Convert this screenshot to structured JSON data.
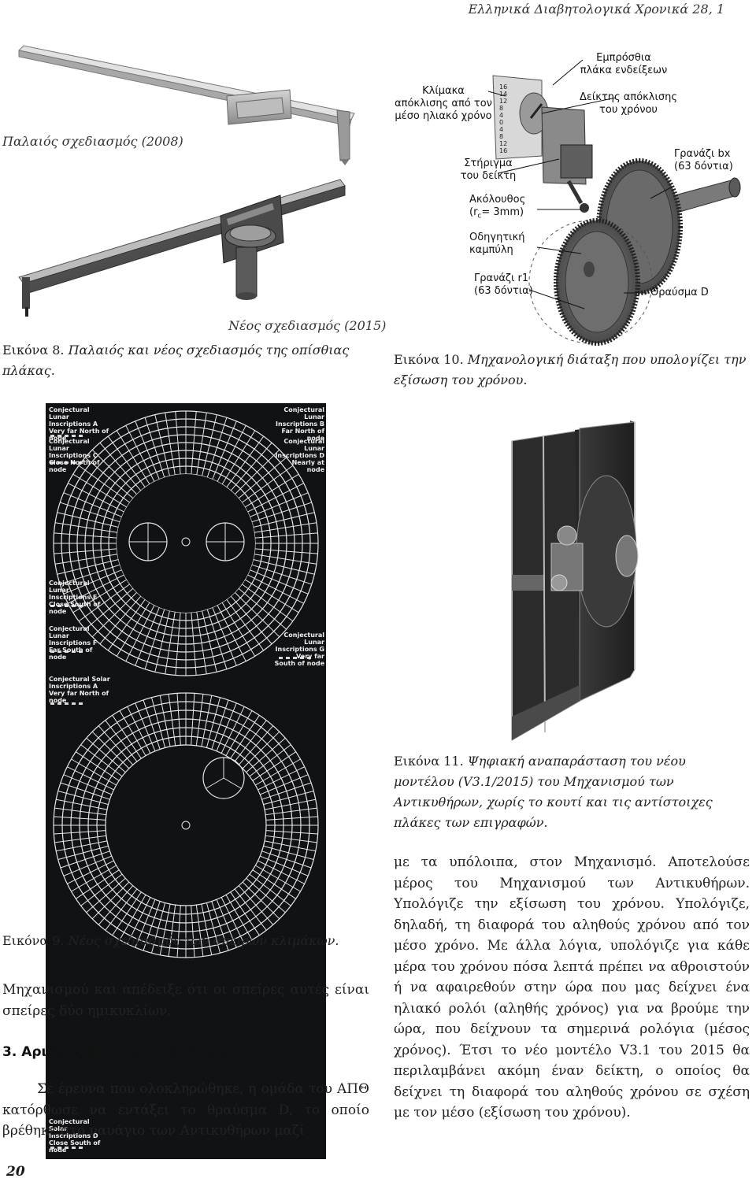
{
  "header": {
    "journal": "Ελληνικά Διαβητολογικά Χρονικά 28, 1"
  },
  "figure8": {
    "old_label": "Παλαιός σχεδιασμός (2008)",
    "new_label": "Νέος σχεδιασμός (2015)",
    "caption_title": "Εικόνα 8.",
    "caption_text": "Παλαιός και νέος σχεδιασμός της οπίσθιας πλάκας."
  },
  "figure10": {
    "labels": {
      "front_dial": "Εμπρόσθια πλάκα ενδείξεων",
      "scale": "Κλίμακα απόκλισης από τον μέσο ηλιακό χρόνο",
      "pointer": "Δείκτης απόκλισης του χρόνου",
      "support": "Στήριγμα του δείκτη",
      "gear_bx": "Γρανάζι bx",
      "gear_bx_teeth": "(63 δόντια)",
      "follower": "Ακόλουθος",
      "follower_r": "(r",
      "follower_sub": "c",
      "follower_val": "= 3mm)",
      "guide": "Οδηγητική καμπύλη",
      "gear_r1": "Γρανάζι r1",
      "gear_r1_teeth": "(63 δόντια)",
      "fragment": "Θραύσμα D"
    },
    "scale_marks": [
      "16",
      "14",
      "12",
      "8",
      "4",
      "0",
      "4",
      "8",
      "12",
      "16"
    ],
    "caption_title": "Εικόνα 10.",
    "caption_text": "Μηχανολογική διάταξη που υπολογίζει την εξίσωση του χρόνου."
  },
  "figure9": {
    "labels": {
      "a": "Conjectural Lunar Inscriptions A Very far North of node",
      "b": "Conjectural Lunar Inscriptions B Far North of node",
      "c": "Conjectural Lunar Inscriptions C Close North of node",
      "d_top": "Conjectural Lunar Inscriptions D Nearly at node",
      "e": "Conjectural Lunar Inscriptions E Close South of node",
      "f": "Conjectural Lunar Inscriptions F Far South of node",
      "g": "Conjectural Lunar Inscriptions G Very far South of node",
      "solar_a": "Conjectural Solar Inscriptions A Very far North of node",
      "solar_d": "Conjectural Solar Inscriptions D Close South of node"
    },
    "caption_title": "Εικόνα 9.",
    "caption_text": "Νέος σχεδιασμός των σπειρών κλιμάκων."
  },
  "figure11": {
    "caption_title": "Εικόνα 11.",
    "caption_text": "Ψηφιακή αναπαράσταση του νέου μοντέλου (V3.1/2015) του Μηχανισμού των Αντικυθήρων, χωρίς το κουτί και τις αντίστοιχες πλάκες των επιγραφών."
  },
  "left_text": {
    "para1": "Μηχανισμού και απέδειξε ότι οι σπείρες αυτές είναι σπείρες δύο ημικυκλίων.",
    "heading": "3. Αριθμός δεικτών ενδείξεων",
    "para2": "Σε έρευνα που ολοκληρώθηκε, η ομάδα του ΑΠΘ κατόρθωσε να εντάξει το θραύσμα D, το οποίο βρέθηκε στο ναυάγιο των Αντικυθήρων μαζί"
  },
  "right_text": {
    "para": "με τα υπόλοιπα, στον Μηχανισμό. Αποτελούσε μέρος του Μηχανισμού των Αντικυθήρων. Υπολόγιζε την εξίσωση του χρόνου. Υπολόγιζε, δηλαδή, τη διαφορά του αληθούς χρόνου από τον μέσο χρόνο. Με άλλα λόγια, υπολόγιζε για κάθε μέρα του χρόνου πόσα λεπτά πρέπει να αθροιστούν ή να αφαιρεθούν στην ώρα που μας δείχνει ένα ηλιακό ρολόι (αληθής χρόνος) για να βρούμε την ώρα, που δείχνουν τα σημερινά ρολόγια (μέσος χρόνος). Έτσι το νέο μοντέλο V3.1 του 2015 θα περιλαμβάνει ακόμη έναν δείκτη, ο οποίος θα δείχνει τη διαφορά του αληθούς χρόνου σε σχέση με τον μέσο (εξίσωση του χρόνου)."
  },
  "page_number": "20"
}
